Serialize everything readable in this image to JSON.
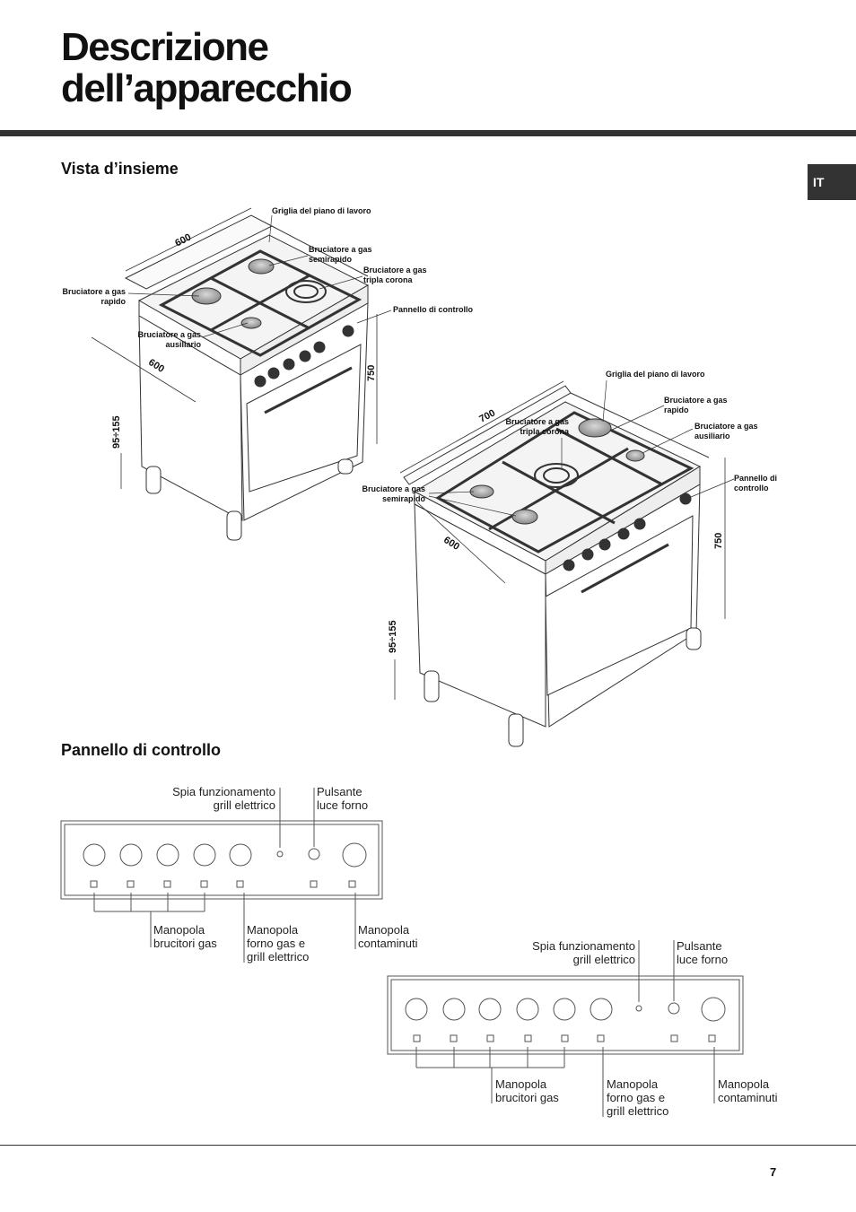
{
  "header": {
    "title_line1": "Descrizione",
    "title_line2": "dell’apparecchio",
    "language_tab": "IT"
  },
  "section_overview": {
    "title": "Vista d’insieme",
    "cooker_small": {
      "labels": {
        "grid": "Griglia del piano di lavoro",
        "semirapid_1": "Bruciatore a gas",
        "semirapid_2": "semirapido",
        "triple_1": "Bruciatore a gas",
        "triple_2": "tripla corona",
        "rapid_1": "Bruciatore a gas",
        "rapid_2": "rapido",
        "panel": "Pannello di controllo",
        "aux_1": "Bruciatore a gas",
        "aux_2": "ausiliario"
      },
      "dims": {
        "width": "600",
        "depth": "600",
        "height": "750",
        "feet": "95÷155"
      }
    },
    "cooker_large": {
      "labels": {
        "grid": "Griglia del piano di lavoro",
        "rapid_1": "Bruciatore a gas",
        "rapid_2": "rapido",
        "triple_1": "Bruciatore a gas",
        "triple_2": "tripla corona",
        "aux_1": "Bruciatore a gas",
        "aux_2": "ausiliario",
        "panel_1": "Pannello di",
        "panel_2": "controllo",
        "semirapid_1": "Bruciatore a gas",
        "semirapid_2": "semirapido"
      },
      "dims": {
        "width": "700",
        "depth": "600",
        "height": "750",
        "feet": "95÷155"
      }
    }
  },
  "section_panel": {
    "title": "Pannello di controllo",
    "panel_small": {
      "spia_1": "Spia funzionamento",
      "spia_2": "grill elettrico",
      "pulsante_1": "Pulsante",
      "pulsante_2": "luce forno",
      "burners_1": "Manopola",
      "burners_2": "brucitori gas",
      "oven_1": "Manopola",
      "oven_2": "forno gas e",
      "oven_3": "grill elettrico",
      "timer_1": "Manopola",
      "timer_2": "contaminuti"
    },
    "panel_large": {
      "spia_1": "Spia funzionamento",
      "spia_2": "grill elettrico",
      "pulsante_1": "Pulsante",
      "pulsante_2": "luce forno",
      "burners_1": "Manopola",
      "burners_2": "brucitori gas",
      "oven_1": "Manopola",
      "oven_2": "forno gas e",
      "oven_3": "grill elettrico",
      "timer_1": "Manopola",
      "timer_2": "contaminuti"
    }
  },
  "footer": {
    "page_number": "7"
  }
}
